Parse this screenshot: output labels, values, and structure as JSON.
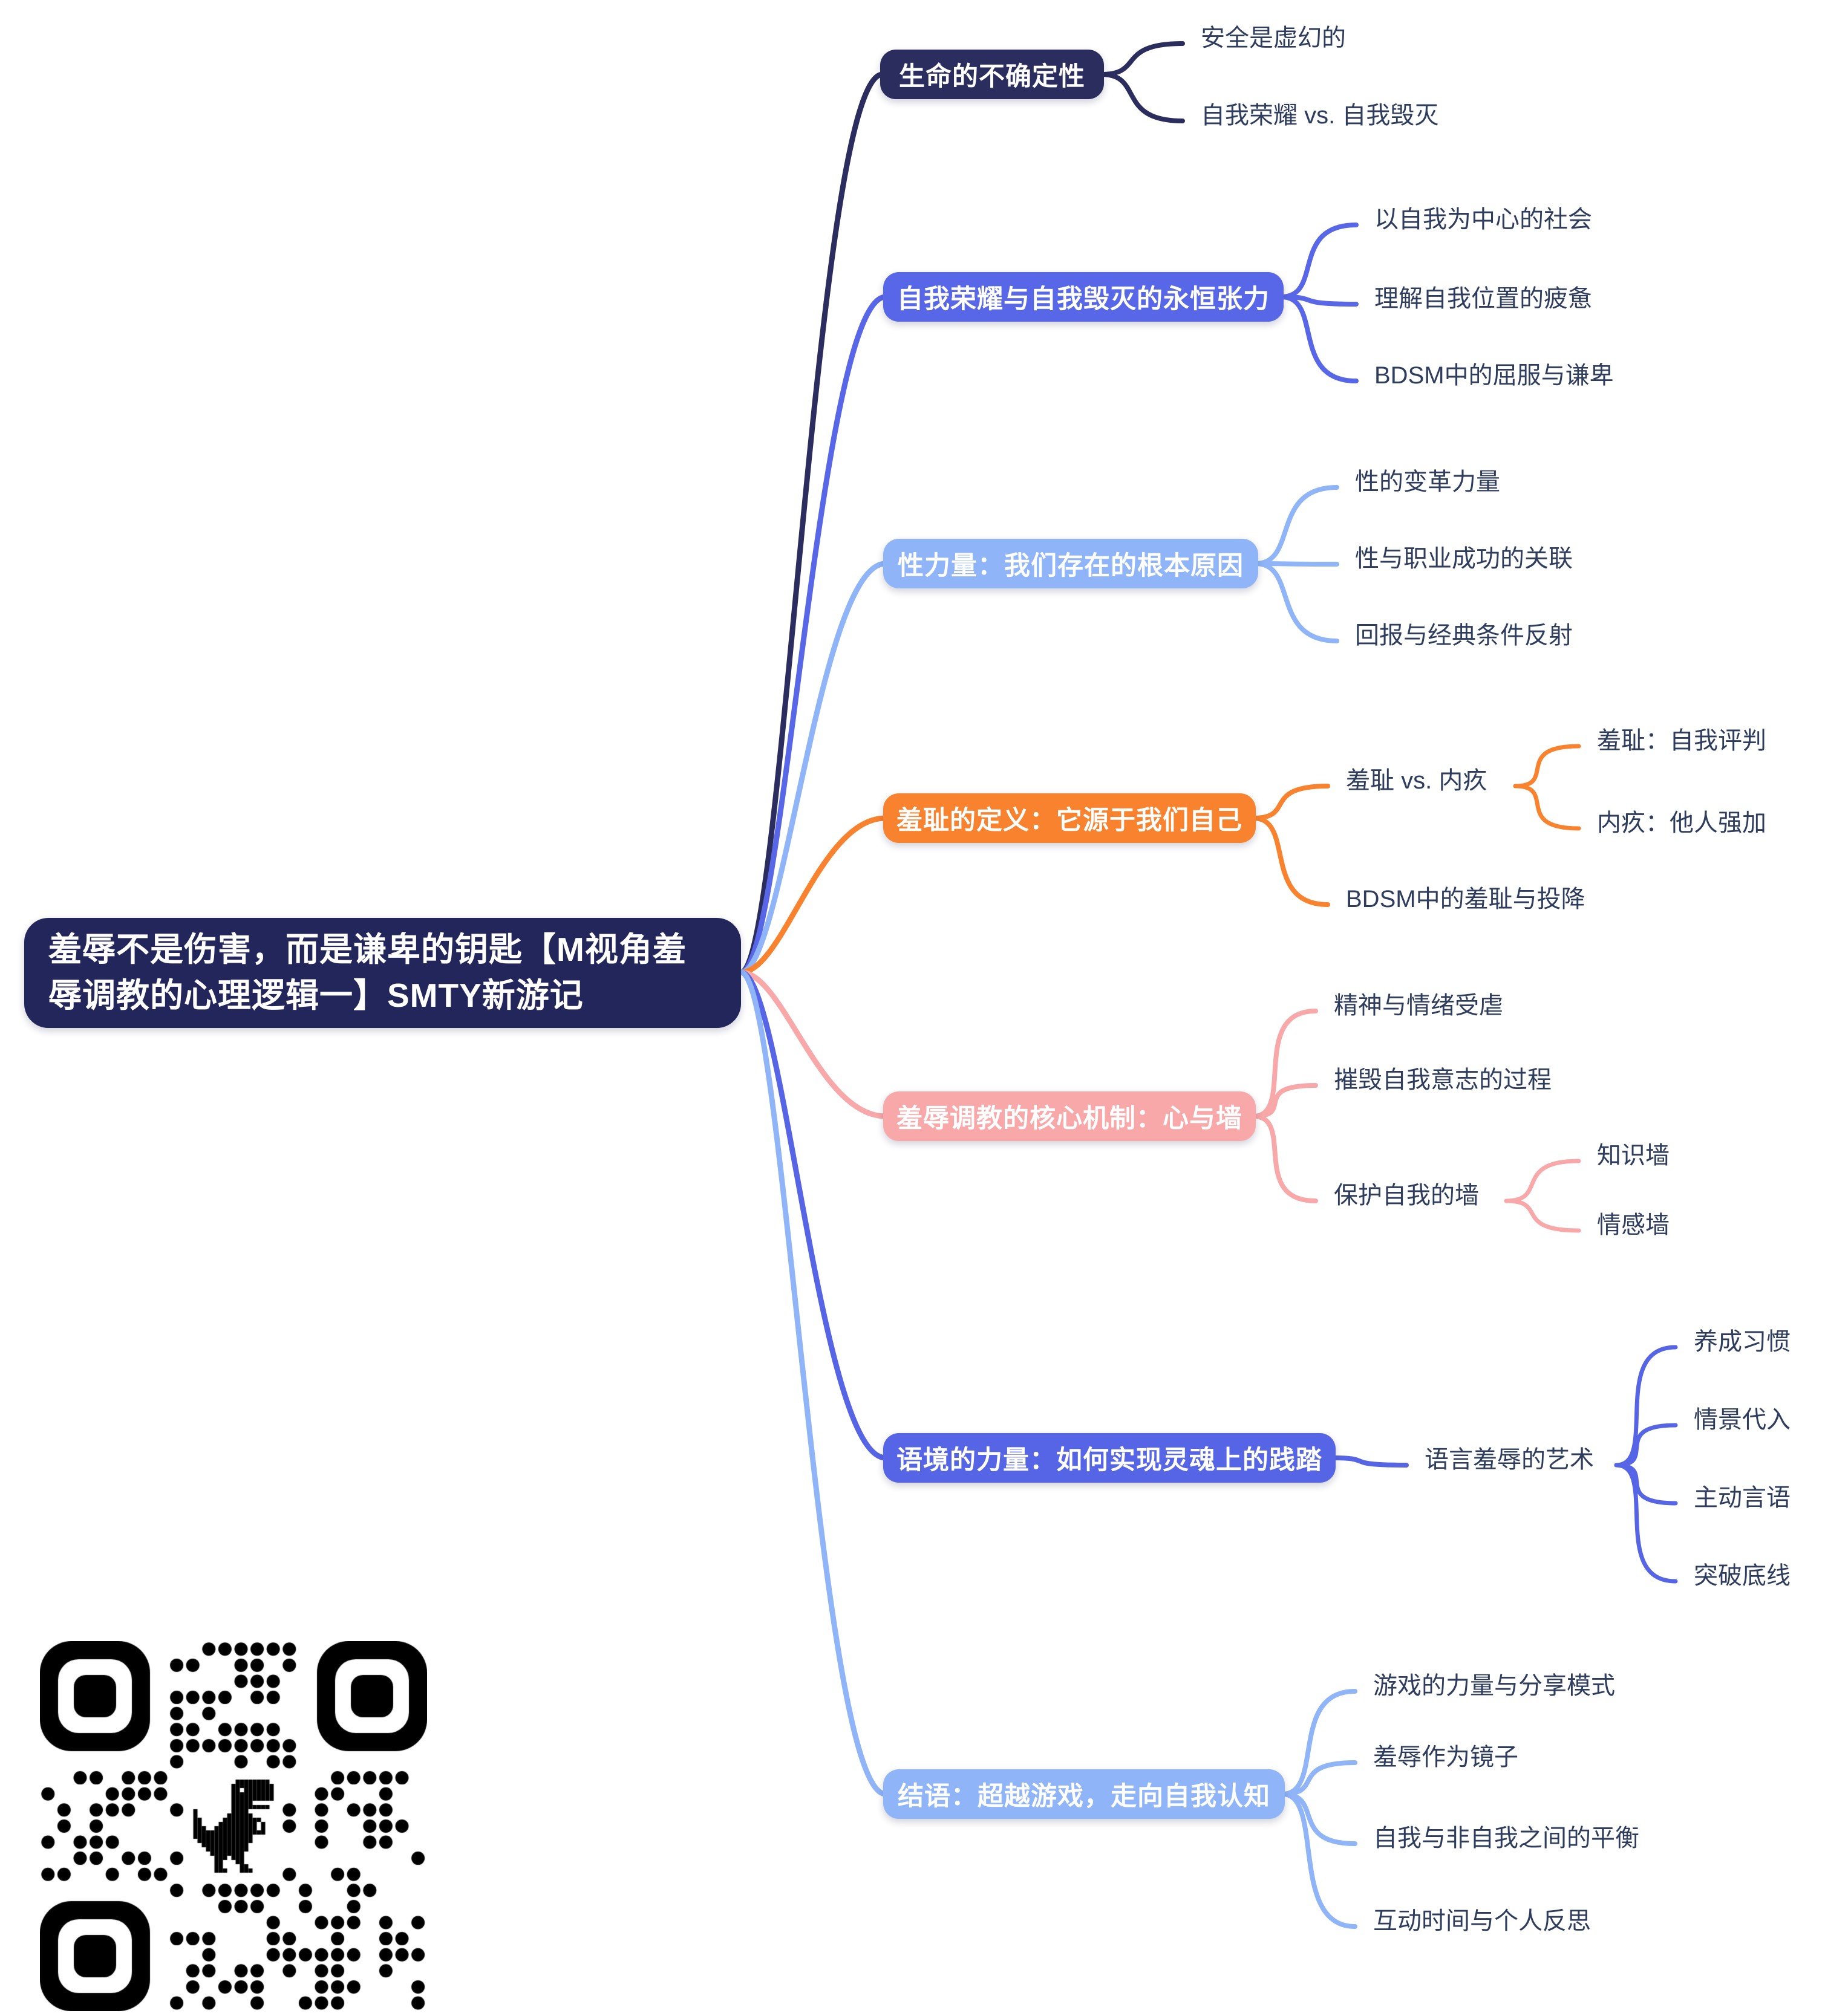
{
  "root": {
    "label": "羞辱不是伤害，而是谦卑的钥匙【M视角羞辱调教的心理逻辑一】SMTY新游记",
    "bg": "#23265a",
    "text_color": "#ffffff"
  },
  "branches": [
    {
      "label": "生命的不确定性",
      "color": "#2a2d5e",
      "children": [
        {
          "label": "安全是虚幻的"
        },
        {
          "label": "自我荣耀 vs. 自我毁灭"
        }
      ]
    },
    {
      "label": "自我荣耀与自我毁灭的永恒张力",
      "color": "#5767e8",
      "children": [
        {
          "label": "以自我为中心的社会"
        },
        {
          "label": "理解自我位置的疲惫"
        },
        {
          "label": "BDSM中的屈服与谦卑"
        }
      ]
    },
    {
      "label": "性力量：我们存在的根本原因",
      "color": "#8fb5f8",
      "children": [
        {
          "label": "性的变革力量"
        },
        {
          "label": "性与职业成功的关联"
        },
        {
          "label": "回报与经典条件反射"
        }
      ]
    },
    {
      "label": "羞耻的定义：它源于我们自己",
      "color": "#f8822d",
      "children": [
        {
          "label": "羞耻 vs. 内疚",
          "children": [
            {
              "label": "羞耻：自我评判"
            },
            {
              "label": "内疚：他人强加"
            }
          ]
        },
        {
          "label": "BDSM中的羞耻与投降"
        }
      ]
    },
    {
      "label": "羞辱调教的核心机制：心与墙",
      "color": "#f8a8a8",
      "children": [
        {
          "label": "精神与情绪受虐"
        },
        {
          "label": "摧毁自我意志的过程"
        },
        {
          "label": "保护自我的墙",
          "children": [
            {
              "label": "知识墙"
            },
            {
              "label": "情感墙"
            }
          ]
        }
      ]
    },
    {
      "label": "语境的力量：如何实现灵魂上的践踏",
      "color": "#5664e6",
      "children": [
        {
          "label": "语言羞辱的艺术",
          "children": [
            {
              "label": "养成习惯"
            },
            {
              "label": "情景代入"
            },
            {
              "label": "主动言语"
            },
            {
              "label": "突破底线"
            }
          ]
        }
      ]
    },
    {
      "label": "结语：超越游戏，走向自我认知",
      "color": "#8fb5f8",
      "children": [
        {
          "label": "游戏的力量与分享模式"
        },
        {
          "label": "羞辱作为镜子"
        },
        {
          "label": "自我与非自我之间的平衡"
        },
        {
          "label": "互动时间与个人反思"
        }
      ]
    }
  ],
  "child_text_color": "#2e3d5e",
  "qr_code": {
    "icon": "dino-icon",
    "fg": "#000000",
    "bg": "#ffffff"
  }
}
